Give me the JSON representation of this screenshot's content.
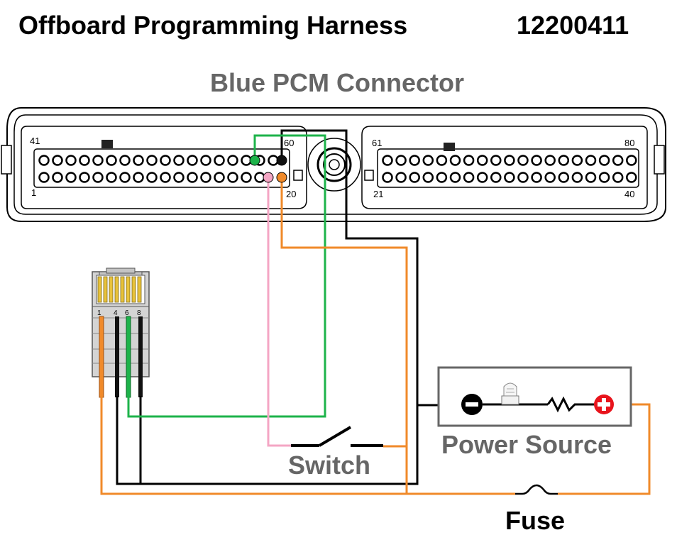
{
  "title": "Offboard Programming Harness",
  "part_number": "12200411",
  "connector_label": "Blue PCM Connector",
  "pin_labels": {
    "left_top_start": "41",
    "left_bottom_start": "1",
    "left_top_end": "60",
    "left_bottom_end": "20",
    "right_top_start": "61",
    "right_bottom_start": "21",
    "right_top_end": "80",
    "right_bottom_end": "40"
  },
  "rj45_pins": [
    "1",
    "4",
    "6",
    "8"
  ],
  "switch_label": "Switch",
  "power_source_label": "Power Source",
  "fuse_label": "Fuse",
  "colors": {
    "orange": "#f08a2a",
    "black": "#000000",
    "green": "#1db34a",
    "pink": "#f4a6c4",
    "red": "#e8141c",
    "gray_text": "#666666",
    "box_gray": "#777777"
  }
}
